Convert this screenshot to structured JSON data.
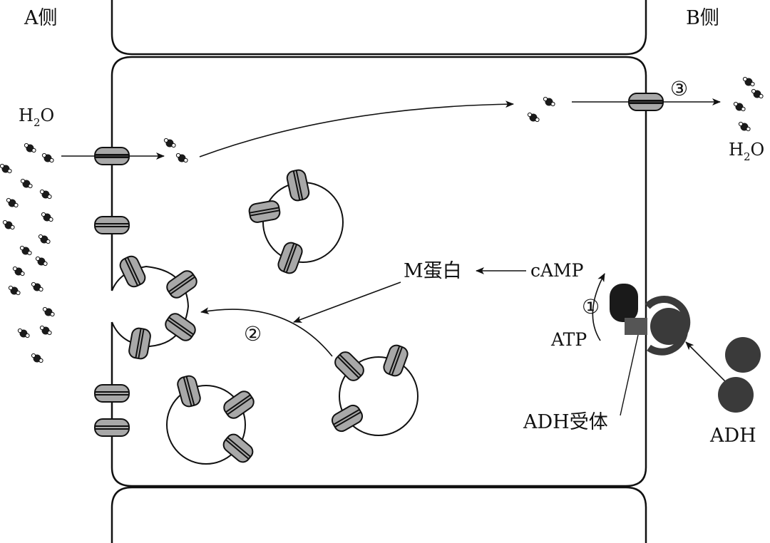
{
  "labels": {
    "side_a": "A侧",
    "side_b": "B侧",
    "water_left_base": "H",
    "water_left_sub": "2",
    "water_left_rest": "O",
    "water_right_base": "H",
    "water_right_sub": "2",
    "water_right_rest": "O",
    "m_protein": "M蛋白",
    "camp": "cAMP",
    "atp": "ATP",
    "receptor": "ADH受体",
    "adh": "ADH",
    "step1": "①",
    "step2": "②",
    "step3": "③"
  },
  "colors": {
    "line": "#111111",
    "channel_fill": "#a8a8a8",
    "molecule_dark": "#1a1a1a",
    "receptor_dark": "#2b2b2b",
    "adh_fill": "#3a3a3a"
  }
}
